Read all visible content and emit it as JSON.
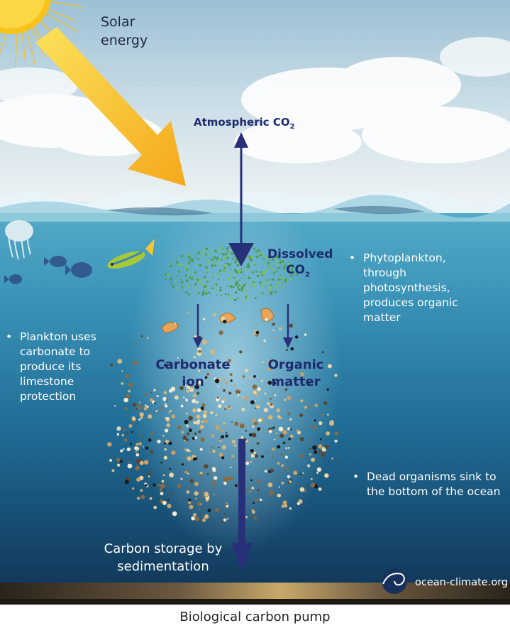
{
  "labels": {
    "solar_energy": "Solar energy",
    "atmospheric_co2": {
      "text": "Atmospheric CO",
      "sub": "2"
    },
    "dissolved_co2": {
      "line1": "Dissolved",
      "line2": "CO",
      "sub": "2"
    },
    "carbonate_ion": "Carbonate ion",
    "organic_matter": "Organic matter",
    "carbon_storage": "Carbon storage by sedimentation"
  },
  "notes": {
    "phytoplankton": "Phytoplankton, through photosynthesis, produces organic matter",
    "plankton": "Plankton uses carbonate to produce its limestone protection",
    "dead_organisms": "Dead organisms sink to the bottom of the ocean"
  },
  "bullet": "•",
  "logo": {
    "text": "ocean-climate.org",
    "icon": "wave-logo-icon"
  },
  "caption": "Biological carbon pump",
  "colors": {
    "sky_top": "#9fc3d6",
    "sky_bottom": "#e6eef2",
    "ocean_top": "#49a2c0",
    "ocean_mid": "#1f6f96",
    "ocean_deep": "#123a5c",
    "arrow": "#28307a",
    "sun": "#f7c21a",
    "sunbeam": "#f8c51d",
    "seabed": "#1d1a14"
  }
}
